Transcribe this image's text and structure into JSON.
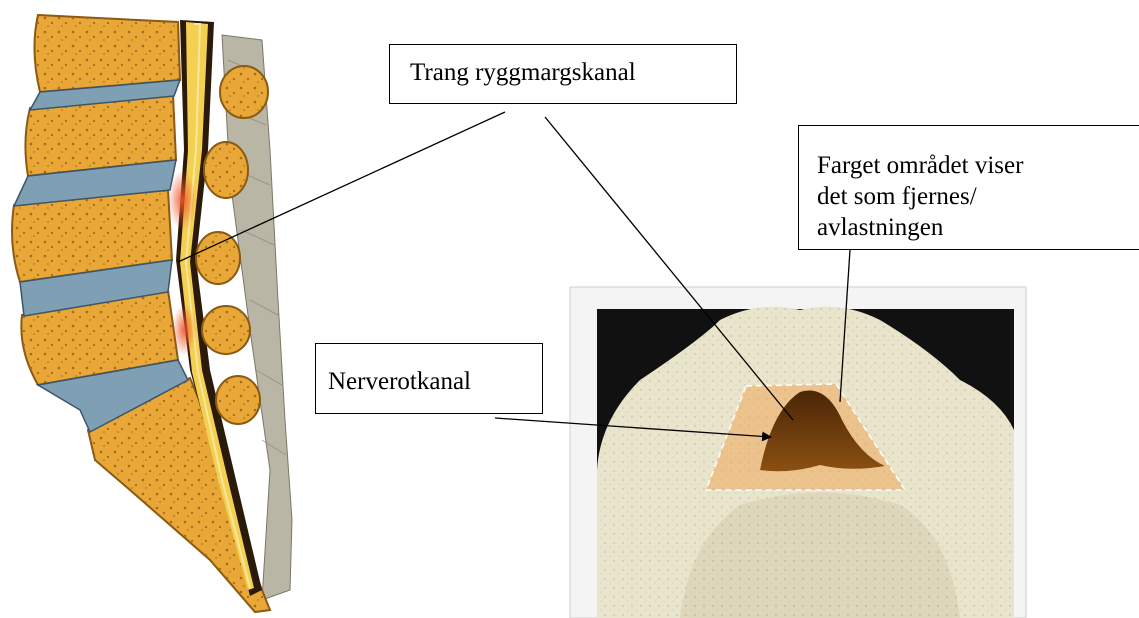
{
  "labels": {
    "narrow_canal": "Trang ryggmargskanal",
    "nerve_root_canal": "Nerverotkanal",
    "removed_area": [
      "Farget området viser",
      "det som fjernes/",
      "avlastningen"
    ]
  },
  "colors": {
    "vertebra": "#e9a737",
    "disc": "#7f9fb5",
    "spinal_cord": "#f3cf52",
    "inflammation": "#f0572b",
    "bone_model": "#e9e4cc",
    "highlight": "#f0a85a",
    "canal_shadow": "#6e3d0c"
  }
}
